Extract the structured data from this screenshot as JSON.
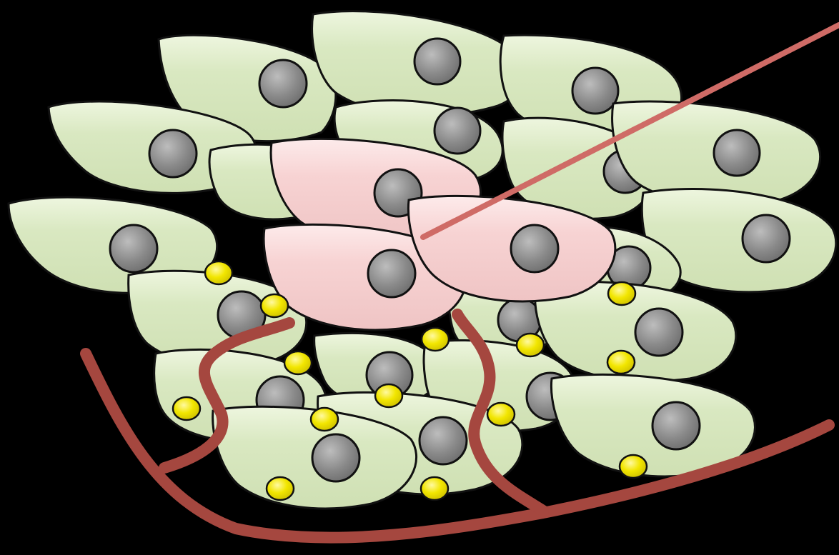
{
  "colors": {
    "background": "#000000",
    "cell_fill": "#d9e8c1",
    "cell_fill_highlight": "#eef6df",
    "highlighted_cell_fill": "#f7d3d3",
    "highlighted_cell_fill_highlight": "#fdebeb",
    "cell_outline": "#111111",
    "nucleus_fill": "#8a8a8a",
    "nucleus_highlight": "#bdbdbd",
    "granule_fill": "#f2e600",
    "vessel_color": "#a5473f",
    "needle_color": "#cf6b66"
  },
  "cells": [
    {
      "id": "cell-1",
      "kind": "normal"
    },
    {
      "id": "cell-2",
      "kind": "normal"
    },
    {
      "id": "cell-3",
      "kind": "normal"
    },
    {
      "id": "cell-4",
      "kind": "normal"
    },
    {
      "id": "cell-5",
      "kind": "normal"
    },
    {
      "id": "cell-6",
      "kind": "normal"
    },
    {
      "id": "cell-7",
      "kind": "normal"
    },
    {
      "id": "cell-8",
      "kind": "normal"
    },
    {
      "id": "cell-9",
      "kind": "normal"
    },
    {
      "id": "cell-10",
      "kind": "normal"
    },
    {
      "id": "cell-11",
      "kind": "normal"
    },
    {
      "id": "cell-12",
      "kind": "normal"
    },
    {
      "id": "cell-13",
      "kind": "normal"
    },
    {
      "id": "cell-14",
      "kind": "normal"
    },
    {
      "id": "cell-15",
      "kind": "normal"
    },
    {
      "id": "cell-16",
      "kind": "normal"
    },
    {
      "id": "cell-17",
      "kind": "normal"
    },
    {
      "id": "cell-18",
      "kind": "normal"
    },
    {
      "id": "cell-19",
      "kind": "normal"
    },
    {
      "id": "cell-20",
      "kind": "highlighted"
    },
    {
      "id": "cell-21",
      "kind": "highlighted"
    },
    {
      "id": "cell-22",
      "kind": "highlighted"
    }
  ]
}
